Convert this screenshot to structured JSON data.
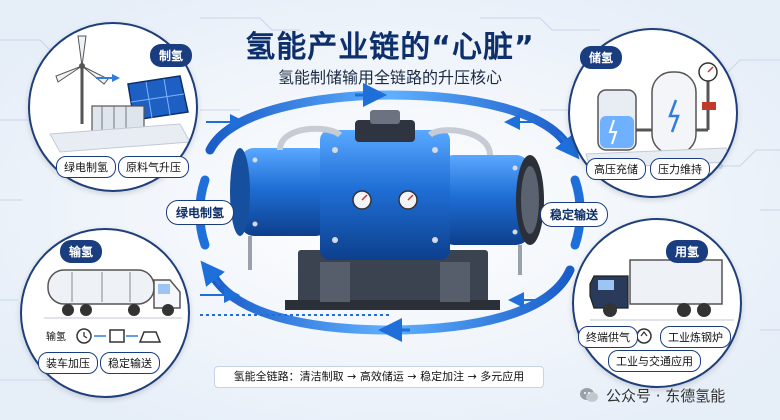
{
  "header": {
    "title": "氢能产业链的“心脏”",
    "subtitle": "氢能制储输用全链路的升压核心"
  },
  "panels": {
    "produce": {
      "badge": "制氢",
      "tags": [
        "绿电制氢",
        "原料气升压"
      ]
    },
    "store": {
      "badge": "储氢",
      "tags": [
        "高压充储",
        "压力维持"
      ]
    },
    "transport": {
      "badge": "输氢",
      "tags": [
        "装车加压",
        "稳定输送"
      ],
      "process_label": "输氢"
    },
    "use": {
      "badge": "用氢",
      "tags": [
        "终端供气",
        "工业炼钢炉",
        "工业与交通应用"
      ]
    }
  },
  "flow_labels": {
    "left": "绿电制氢",
    "right": "稳定输送"
  },
  "chain": {
    "text": "氢能全链路：清洁制取 → 高效储运 → 稳定加注 → 多元应用"
  },
  "watermark": {
    "text": "公众号 · 东德氢能"
  },
  "colors": {
    "navy": "#1a3d80",
    "blue": "#2f7de0",
    "accent": "#1e6fd9"
  },
  "icons": [
    "wind-turbine-icon",
    "solar-panel-icon",
    "hydrogen-tank-icon",
    "tanker-truck-icon",
    "box-truck-icon",
    "factory-icon",
    "wechat-icon"
  ]
}
